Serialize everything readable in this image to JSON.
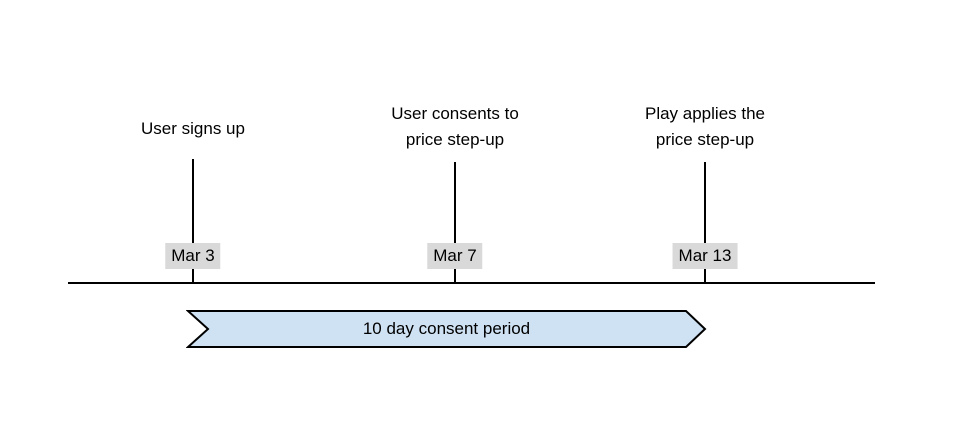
{
  "diagram": {
    "type": "timeline",
    "events": [
      {
        "label": "User signs up",
        "date": "Mar 3"
      },
      {
        "label": "User consents to\nprice step-up",
        "date": "Mar 7"
      },
      {
        "label": "Play applies the\nprice step-up",
        "date": "Mar 13"
      }
    ],
    "banner": {
      "label": "10 day consent period",
      "fill": "#cfe2f3",
      "stroke": "#000000"
    },
    "colors": {
      "axis": "#000000",
      "tick": "#000000",
      "date_badge_bg": "#d9d9d9",
      "text": "#000000",
      "background": "#ffffff"
    }
  }
}
